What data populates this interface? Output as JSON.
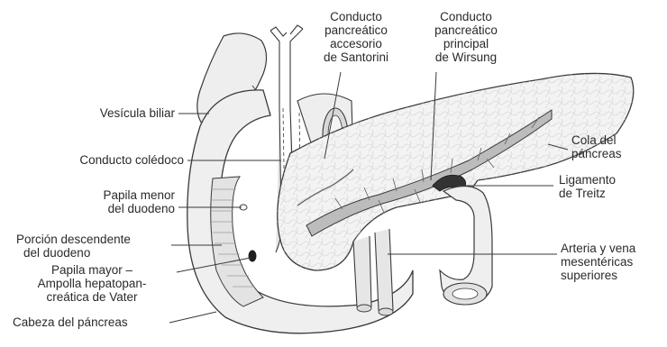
{
  "labels": {
    "vesicula": "Vesícula biliar",
    "coledoco": "Conducto colédoco",
    "papila_menor": [
      "Papila menor",
      "del duodeno"
    ],
    "porcion": [
      "Porción descendente",
      "del duodeno"
    ],
    "papila_mayor": [
      "Papila mayor –",
      "Ampolla hepatopan-",
      "creática de Vater"
    ],
    "cabeza": "Cabeza del páncreas",
    "santorini": [
      "Conducto",
      "pancreático",
      "accesorio",
      "de Santorini"
    ],
    "wirsung": [
      "Conducto",
      "pancreático",
      "principal",
      "de Wirsung"
    ],
    "cola": [
      "Cola del",
      "páncreas"
    ],
    "treitz": [
      "Ligamento",
      "de Treitz"
    ],
    "arteria": [
      "Arteria y vena",
      "mesentéricas",
      "superiores"
    ]
  },
  "colors": {
    "line": "#3a3a3a",
    "fill": "#ededed",
    "shade": "#bdbdbd",
    "text": "#2a2a2a"
  }
}
